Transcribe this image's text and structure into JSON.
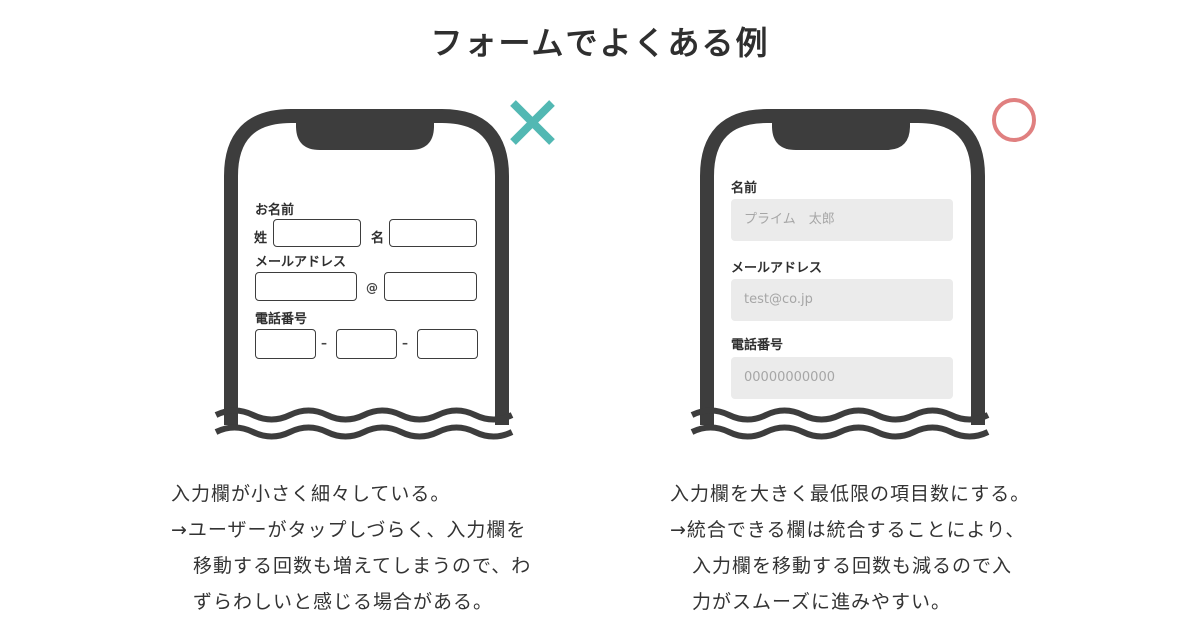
{
  "title": "フォームでよくある例",
  "bad_example": {
    "mark": "cross",
    "mark_color": "#52b8b3",
    "form": {
      "name_label": "お名前",
      "last_name_label": "姓",
      "first_name_label": "名",
      "email_label": "メールアドレス",
      "at_sign": "@",
      "phone_label": "電話番号",
      "dash": "–"
    },
    "caption": [
      "入力欄が小さく細々している。",
      "→ユーザーがタップしづらく、入力欄を",
      "移動する回数も増えてしまうので、わ",
      "ずらわしいと感じる場合がある。"
    ]
  },
  "good_example": {
    "mark": "circle",
    "mark_color": "#e08080",
    "form": {
      "name_label": "名前",
      "name_placeholder": "プライム　太郎",
      "email_label": "メールアドレス",
      "email_placeholder": "test@co.jp",
      "phone_label": "電話番号",
      "phone_placeholder": "00000000000"
    },
    "caption": [
      "入力欄を大きく最低限の項目数にする。",
      "→統合できる欄は統合することにより、",
      "入力欄を移動する回数も減るので入",
      "力がスムーズに進みやすい。"
    ]
  },
  "colors": {
    "phone_frame": "#3d3d3d",
    "field_fill": "#ebebeb",
    "placeholder_text": "#a6a6a6"
  }
}
